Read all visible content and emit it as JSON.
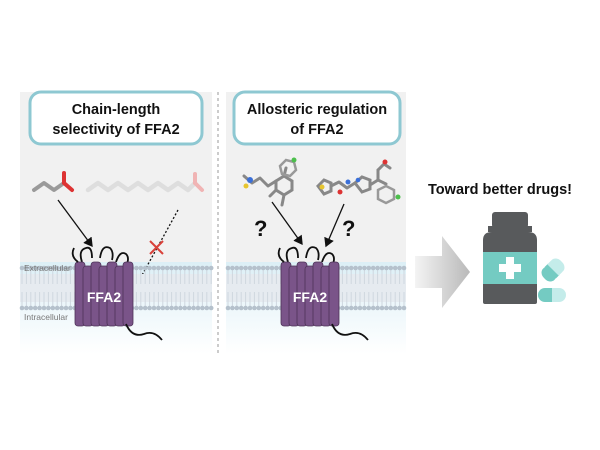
{
  "panels": [
    {
      "title_line1": "Chain-length",
      "title_line2": "selectivity of FFA2",
      "extracellular_label": "Extracellular",
      "intracellular_label": "Intracellular",
      "receptor_label": "FFA2"
    },
    {
      "title_line1": "Allosteric regulation",
      "title_line2": "of FFA2",
      "question_mark": "?",
      "receptor_label": "FFA2"
    }
  ],
  "outcome": {
    "title": "Toward better drugs!"
  },
  "colors": {
    "box_border": "#8ec8d2",
    "panel_bg": "#f1f1f1",
    "receptor": "#7a5489",
    "membrane": "#c9d3dd",
    "bottle_dark": "#585a5c",
    "bottle_label": "#74cbc2",
    "inhibit_mark": "#d9413a",
    "arrow": "#c8c8c8"
  },
  "icons": [
    "molecule-icon",
    "receptor-icon",
    "arrow-icon",
    "inhibition-cross-icon",
    "medicine-bottle-icon",
    "capsule-icon"
  ]
}
